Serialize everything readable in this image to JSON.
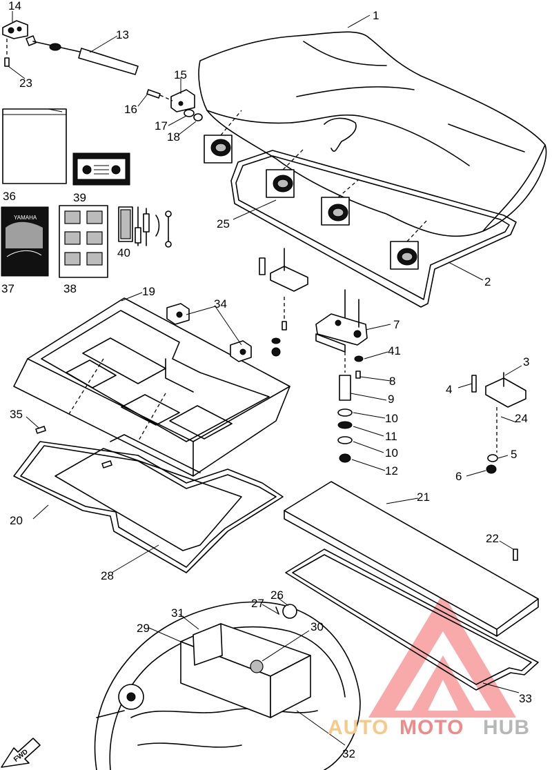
{
  "diagram": {
    "callouts": [
      {
        "id": "1",
        "label": "1"
      },
      {
        "id": "2",
        "label": "2"
      },
      {
        "id": "3",
        "label": "3"
      },
      {
        "id": "4",
        "label": "4"
      },
      {
        "id": "5",
        "label": "5"
      },
      {
        "id": "6",
        "label": "6"
      },
      {
        "id": "7",
        "label": "7"
      },
      {
        "id": "8",
        "label": "8"
      },
      {
        "id": "9",
        "label": "9"
      },
      {
        "id": "10a",
        "label": "10"
      },
      {
        "id": "11",
        "label": "11"
      },
      {
        "id": "10b",
        "label": "10"
      },
      {
        "id": "12",
        "label": "12"
      },
      {
        "id": "13",
        "label": "13"
      },
      {
        "id": "14",
        "label": "14"
      },
      {
        "id": "15",
        "label": "15"
      },
      {
        "id": "16",
        "label": "16"
      },
      {
        "id": "17",
        "label": "17"
      },
      {
        "id": "18",
        "label": "18"
      },
      {
        "id": "19",
        "label": "19"
      },
      {
        "id": "20",
        "label": "20"
      },
      {
        "id": "21",
        "label": "21"
      },
      {
        "id": "22",
        "label": "22"
      },
      {
        "id": "23",
        "label": "23"
      },
      {
        "id": "24",
        "label": "24"
      },
      {
        "id": "25",
        "label": "25"
      },
      {
        "id": "26",
        "label": "26"
      },
      {
        "id": "27",
        "label": "27"
      },
      {
        "id": "28",
        "label": "28"
      },
      {
        "id": "29",
        "label": "29"
      },
      {
        "id": "30",
        "label": "30"
      },
      {
        "id": "31",
        "label": "31"
      },
      {
        "id": "32",
        "label": "32"
      },
      {
        "id": "33",
        "label": "33"
      },
      {
        "id": "34",
        "label": "34"
      },
      {
        "id": "35",
        "label": "35"
      },
      {
        "id": "36",
        "label": "36"
      },
      {
        "id": "37",
        "label": "37"
      },
      {
        "id": "38",
        "label": "38"
      },
      {
        "id": "39",
        "label": "39"
      },
      {
        "id": "40",
        "label": "40"
      },
      {
        "id": "41",
        "label": "41"
      }
    ],
    "fwd_label": "FWD",
    "manual_cover_text": "YAMAHA"
  },
  "watermark": {
    "part1": "AUTO",
    "part2": "MOTO",
    "part3": "HUB",
    "colors": {
      "auto": "#f6c98a",
      "moto": "#f08a8a",
      "hub": "#b7b7b7",
      "triangle": "#f26d6d"
    }
  }
}
